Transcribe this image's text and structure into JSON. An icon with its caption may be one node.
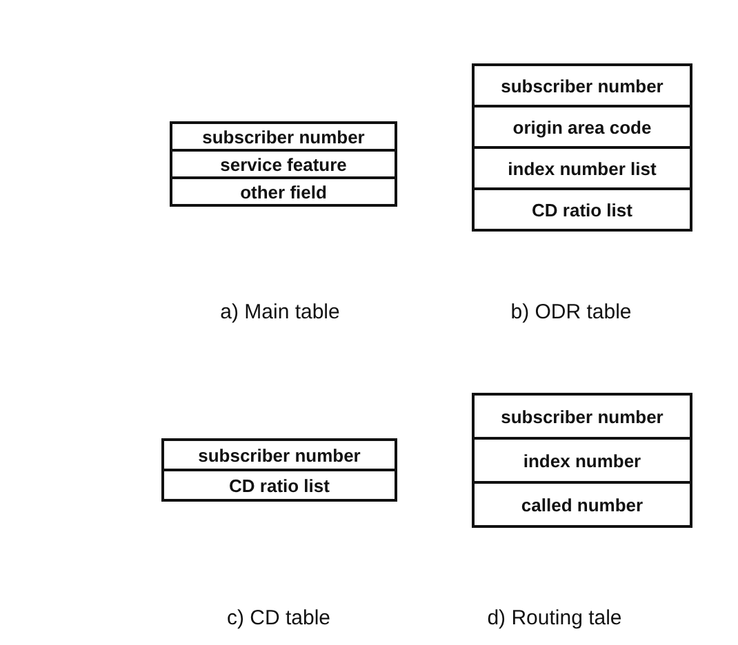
{
  "diagram": {
    "nodes": [
      {
        "text": [
          "a) Main table"
        ]
      },
      {
        "text": [
          "subscriber number"
        ],
        "in": 0
      },
      {
        "text": [
          "service feature"
        ],
        "in": 0
      },
      {
        "text": [
          "other field"
        ],
        "in": 0
      },
      {
        "text": [
          "b) ODR table"
        ]
      },
      {
        "text": [
          "subscriber number"
        ],
        "in": 4
      },
      {
        "text": [
          "origin area code"
        ],
        "in": 4
      },
      {
        "text": [
          "index number list"
        ],
        "in": 4
      },
      {
        "text": [
          "CD ratio list"
        ],
        "in": 4
      },
      {
        "text": [
          "c) CD table"
        ]
      },
      {
        "text": [
          "subscriber number"
        ],
        "in": 9
      },
      {
        "text": [
          "CD ratio list"
        ],
        "in": 9
      },
      {
        "text": [
          "d) Routing tale"
        ]
      },
      {
        "text": [
          "subscriber number"
        ],
        "in": 12
      },
      {
        "text": [
          "index number"
        ],
        "in": 12
      },
      {
        "text": [
          "called number"
        ],
        "in": 12
      }
    ]
  }
}
